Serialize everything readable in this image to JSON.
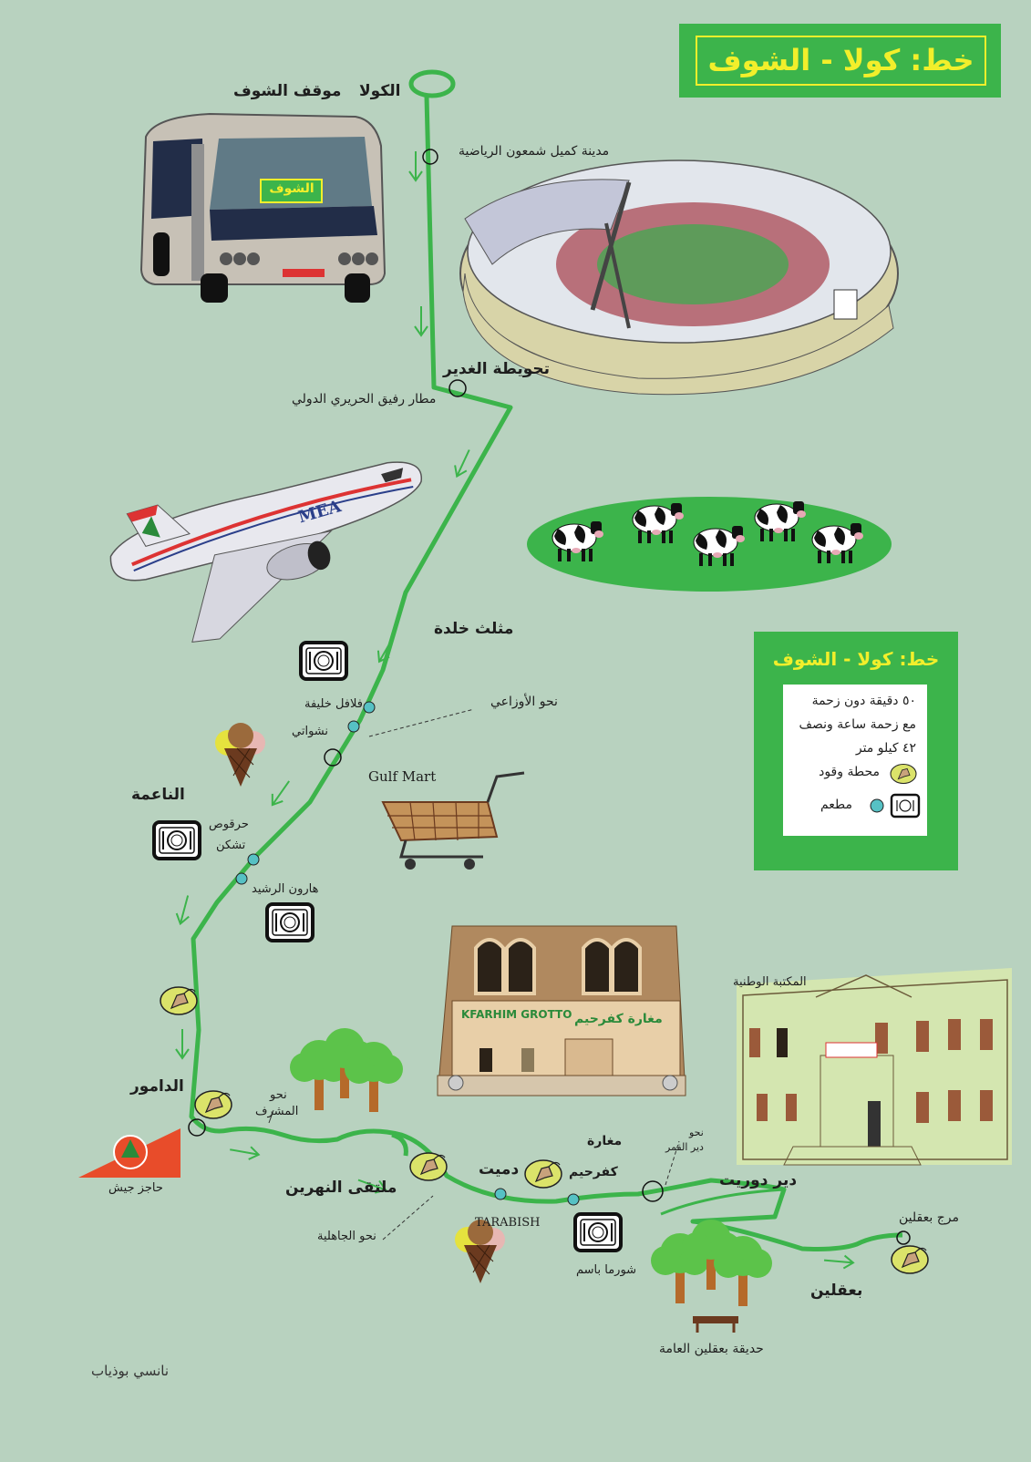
{
  "title": "خط: كولا - الشوف",
  "bus": {
    "sign": "الشوف"
  },
  "stops": {
    "cola": "الكولا",
    "chouf_stop": "موقف الشوف",
    "stadium": "مدينة كميل شمعون الرياضية",
    "ghadir": "تحويطة الغدير",
    "airport": "مطار رفيق الحريري الدولي",
    "khalde": "مثلث خلدة",
    "falafel": "فلافل خليفة",
    "nashawati": "نشواتي",
    "ouzai": "نحو الأوزاعي",
    "gulfmart": "Gulf Mart",
    "naameh": "الناعمة",
    "harqous_1": "حرقوص",
    "harqous_2": "تشكن",
    "haroun": "هارون الرشيد",
    "damour": "الدامور",
    "checkpoint": "حاجز جيش",
    "mechref_1": "نحو",
    "mechref_2": "المشرف",
    "confluence": "ملتقى النهرين",
    "jahiliyeh": "نحو الجاهلية",
    "tarabish": "TARABISH",
    "damit": "دميت",
    "grotto_1": "مغارة",
    "grotto_2": "كفرحيم",
    "shawarma": "شورما باسم",
    "deir_qamar_1": "نحو",
    "deir_qamar_2": "دير القمر",
    "deir_dourit": "دير دوريت",
    "national_library": "المكتبة الوطنية",
    "marj": "مرج بعقلين",
    "baakline": "بعقلين",
    "park": "حديقة بعقلين العامة"
  },
  "grotto_sign": {
    "en": "KFARHIM GROTTO",
    "ar": "مغارة كفرحيم"
  },
  "legend": {
    "title": "خط: كولا - الشوف",
    "no_traffic": "٥٠ دقيقة دون زحمة",
    "traffic": "مع زحمة ساعة ونصف",
    "distance": "٤٢ كيلو متر",
    "fuel": "محطة وقود",
    "restaurant": "مطعم"
  },
  "signature": "نانسي بوذياب",
  "colors": {
    "background": "#b8d2bf",
    "route": "#3cb44b",
    "title_text": "#f2ef2b",
    "stop_dot": "#56c1c4"
  }
}
